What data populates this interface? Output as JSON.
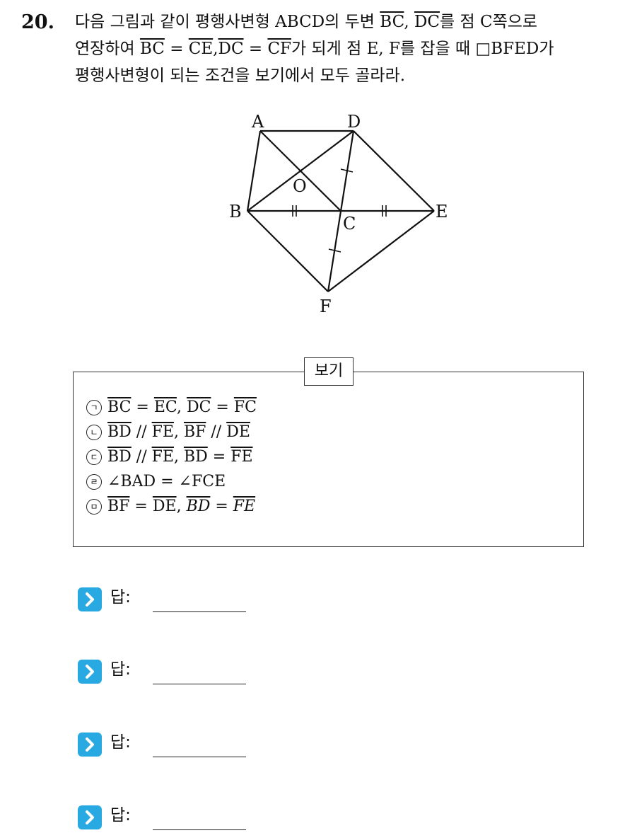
{
  "problem": {
    "number": "20.",
    "line1": [
      "다음 그림과 같이 평행사변형 ABCD의 두변 ",
      "BC",
      ", ",
      "DC",
      "를 점 C쪽으로"
    ],
    "line2": [
      "연장하여 ",
      "BC",
      " = ",
      "CE",
      ",",
      "DC",
      " = ",
      "CF",
      "가 되게 점 E, F를 잡을 때 □BFED가"
    ],
    "line3": "평행사변형이 되는 조건을 보기에서 모두 골라라."
  },
  "figure": {
    "labels": {
      "A": "A",
      "B": "B",
      "C": "C",
      "D": "D",
      "E": "E",
      "F": "F",
      "O": "O"
    }
  },
  "bogi": {
    "title": "보기",
    "items": [
      {
        "marker": "ㄱ",
        "parts": [
          [
            "BC",
            true
          ],
          [
            " = ",
            false
          ],
          [
            "EC",
            true
          ],
          [
            ", ",
            false
          ],
          [
            "DC",
            true
          ],
          [
            " = ",
            false
          ],
          [
            "FC",
            true
          ]
        ]
      },
      {
        "marker": "ㄴ",
        "parts": [
          [
            "BD",
            true
          ],
          [
            " // ",
            false
          ],
          [
            "FE",
            true
          ],
          [
            ", ",
            false
          ],
          [
            "BF",
            true
          ],
          [
            " // ",
            false
          ],
          [
            "DE",
            true
          ]
        ]
      },
      {
        "marker": "ㄷ",
        "parts": [
          [
            "BD",
            true
          ],
          [
            " // ",
            false
          ],
          [
            "FE",
            true
          ],
          [
            ", ",
            false
          ],
          [
            "BD",
            true
          ],
          [
            " = ",
            false
          ],
          [
            "FE",
            true
          ]
        ]
      },
      {
        "marker": "ㄹ",
        "parts": [
          [
            "∠BAD = ∠FCE",
            false
          ]
        ]
      },
      {
        "marker": "ㅁ",
        "parts": [
          [
            "BF",
            true
          ],
          [
            " = ",
            false
          ],
          [
            "DE",
            true
          ],
          [
            ", ",
            false
          ],
          [
            "BD",
            "it"
          ],
          [
            " = ",
            false
          ],
          [
            "FE",
            "it"
          ]
        ]
      }
    ]
  },
  "answers": [
    {
      "label": "답:"
    },
    {
      "label": "답:"
    },
    {
      "label": "답:"
    },
    {
      "label": "답:"
    }
  ],
  "colors": {
    "arrow": "#29a9e1"
  }
}
